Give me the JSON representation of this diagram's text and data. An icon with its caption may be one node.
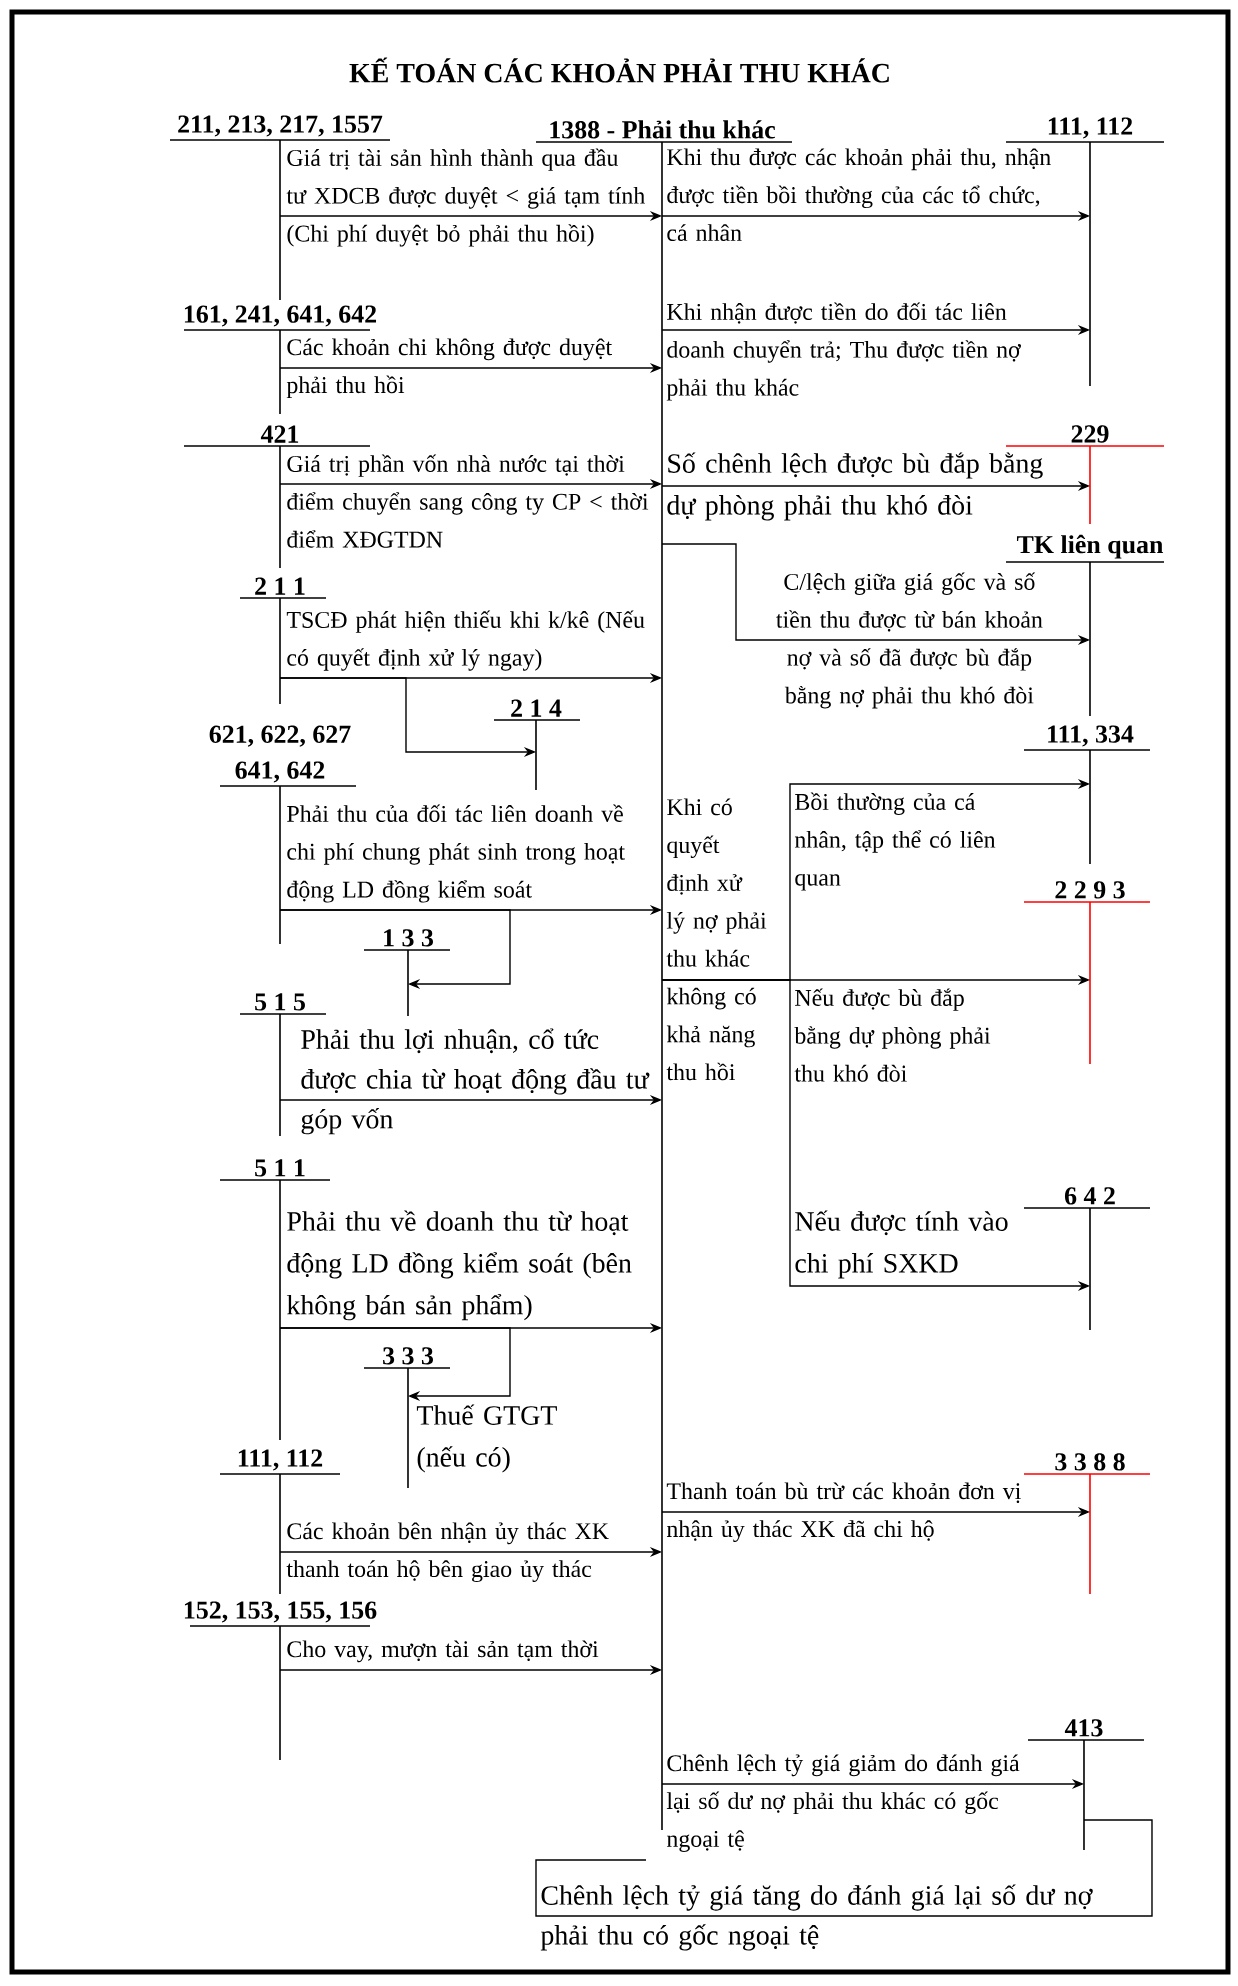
{
  "diagram": {
    "title": "KẾ TOÁN CÁC KHOẢN PHẢI THU KHÁC",
    "nodes": [
      {
        "text": [
          "211, 213, 217, 1557"
        ]
      },
      {
        "text": [
          "1388 - Phải thu khác"
        ]
      },
      {
        "text": [
          "111, 112"
        ]
      },
      {
        "text": [
          "161, 241, 641, 642"
        ]
      },
      {
        "text": [
          "421"
        ]
      },
      {
        "text": [
          "229"
        ]
      },
      {
        "text": [
          "TK liên quan"
        ]
      },
      {
        "text": [
          "2 1 1"
        ]
      },
      {
        "text": [
          "2 1 4"
        ]
      },
      {
        "text": [
          "621, 622, 627",
          "641, 642"
        ]
      },
      {
        "text": [
          "111, 334"
        ]
      },
      {
        "text": [
          "2 2 9 3"
        ]
      },
      {
        "text": [
          "1 3 3"
        ]
      },
      {
        "text": [
          "5 1 5"
        ]
      },
      {
        "text": [
          "5 1 1"
        ]
      },
      {
        "text": [
          "6 4 2"
        ]
      },
      {
        "text": [
          "3 3 3"
        ]
      },
      {
        "text": [
          "111, 112"
        ]
      },
      {
        "text": [
          "3 3 8 8"
        ]
      },
      {
        "text": [
          "152, 153, 155, 156"
        ]
      },
      {
        "text": [
          "413"
        ]
      }
    ],
    "edges": [
      {
        "from": 0,
        "to": 1,
        "arrow": "to",
        "label": "Giá trị tài sản hình thành qua đầu tư XDCB được duyệt < giá tạm tính (Chi phí duyệt bỏ phải thu hồi)"
      },
      {
        "from": 1,
        "to": 2,
        "arrow": "to",
        "label": "Khi thu được các khoản phải thu, nhận được tiền bồi thường của các tổ chức, cá nhân"
      },
      {
        "from": 3,
        "to": 1,
        "arrow": "to",
        "label": "Các khoản chi không được duyệt phải thu hồi"
      },
      {
        "from": 1,
        "to": 2,
        "arrow": "to",
        "label": "Khi nhận được tiền do đối tác liên doanh chuyển trả; Thu được tiền nợ phải thu khác"
      },
      {
        "from": 4,
        "to": 1,
        "arrow": "to",
        "label": "Giá trị phần vốn nhà nước tại thời điểm chuyển sang công ty CP < thời điểm XĐGTDN"
      },
      {
        "from": 1,
        "to": 5,
        "arrow": "to",
        "label": "Số chênh lệch được bù đắp bằng dự phòng phải thu khó đòi"
      },
      {
        "from": 1,
        "to": 6,
        "arrow": "to",
        "label": "C/lệch giữa giá gốc và số tiền thu được từ bán khoản nợ và số đã được bù đắp bằng nợ phải thu khó đòi"
      },
      {
        "from": 7,
        "to": 1,
        "arrow": "to",
        "label": "TSCĐ phát hiện thiếu khi k/kê (Nếu có quyết định xử lý ngay)"
      },
      {
        "from": 7,
        "to": 8,
        "arrow": "to"
      },
      {
        "from": 9,
        "to": 1,
        "arrow": "to",
        "label": "Phải thu của đối tác liên doanh về chi phí chung phát sinh trong hoạt động LD đồng kiểm soát"
      },
      {
        "from": 9,
        "to": 12,
        "arrow": "to"
      },
      {
        "from": 13,
        "to": 1,
        "arrow": "to",
        "label": "Phải thu lợi nhuận, cổ tức được chia từ hoạt động đầu tư góp vốn"
      },
      {
        "from": 14,
        "to": 1,
        "arrow": "to",
        "label": "Phải thu về doanh thu từ hoạt động LD đồng kiểm soát (bên không bán sản phẩm)"
      },
      {
        "from": 14,
        "to": 16,
        "arrow": "to",
        "label": "Thuế GTGT (nếu có)"
      },
      {
        "from": 1,
        "to": 10,
        "arrow": "to",
        "label": "Bồi thường của cá nhân, tập thể có liên quan"
      },
      {
        "from": 1,
        "to": 11,
        "arrow": "to",
        "label": "Nếu được bù đắp bằng dự phòng phải thu khó đòi"
      },
      {
        "from": 1,
        "to": 15,
        "arrow": "to",
        "label": "Nếu được tính vào chi phí SXKD"
      },
      {
        "from": 17,
        "to": 1,
        "arrow": "to",
        "label": "Các khoản bên nhận ủy thác XK thanh toán hộ bên giao ủy thác"
      },
      {
        "from": 1,
        "to": 18,
        "arrow": "to",
        "label": "Thanh toán bù trừ các khoản đơn vị nhận ủy thác XK đã chi hộ"
      },
      {
        "from": 19,
        "to": 1,
        "arrow": "to",
        "label": "Cho vay, mượn tài sản tạm thời"
      },
      {
        "from": 1,
        "to": 20,
        "arrow": "to",
        "label": "Chênh lệch tỷ giá giảm do đánh giá lại số dư nợ phải thu khác có gốc ngoại tệ"
      },
      {
        "from": 20,
        "to": 1,
        "arrow": "none",
        "label": "Chênh lệch tỷ giá tăng do đánh giá lại số dư nợ phải thu có gốc ngoại tệ"
      }
    ],
    "labels": [
      "Khi có quyết định xử lý nợ phải thu khác không có khả năng thu hồi"
    ]
  }
}
